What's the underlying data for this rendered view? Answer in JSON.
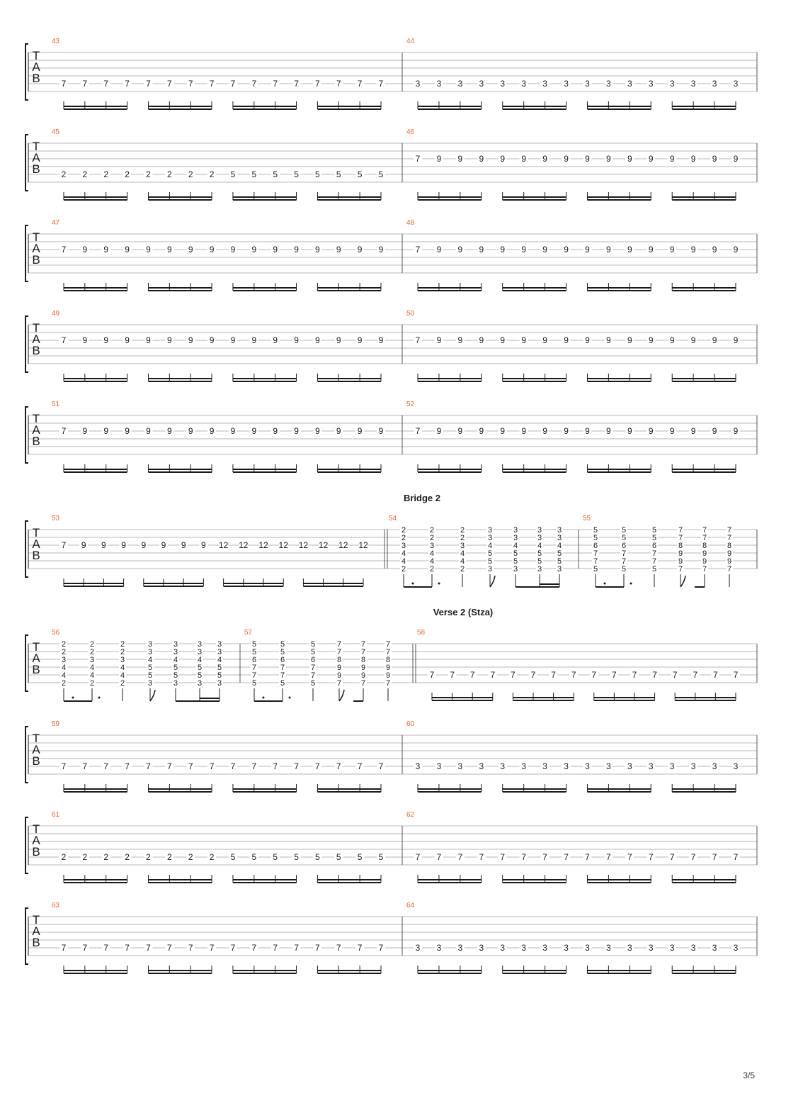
{
  "page": {
    "page_number": "3/5"
  },
  "colors": {
    "measure_number": "#e8662a",
    "staff_line": "#b7b7b7",
    "ink": "#1a1a1a",
    "barline": "#555555"
  },
  "tab_clef": [
    "T",
    "A",
    "B"
  ],
  "systems": [
    {
      "measures": [
        {
          "number": "43",
          "events": [
            {
              "string": 5,
              "frets": [
                "7",
                "7",
                "7",
                "7",
                "7",
                "7",
                "7",
                "7",
                "7",
                "7",
                "7",
                "7",
                "7",
                "7",
                "7",
                "7"
              ]
            }
          ]
        },
        {
          "number": "44",
          "events": [
            {
              "string": 5,
              "frets": [
                "3",
                "3",
                "3",
                "3",
                "3",
                "3",
                "3",
                "3",
                "3",
                "3",
                "3",
                "3",
                "3",
                "3",
                "3",
                "3"
              ]
            }
          ]
        }
      ]
    },
    {
      "measures": [
        {
          "number": "45",
          "events": [
            {
              "string": 5,
              "frets": [
                "2",
                "2",
                "2",
                "2",
                "2",
                "2",
                "2",
                "2",
                "5",
                "5",
                "5",
                "5",
                "5",
                "5",
                "5",
                "5"
              ]
            }
          ]
        },
        {
          "number": "46",
          "events": [
            {
              "string": 3,
              "frets": [
                "7",
                "9",
                "9",
                "9",
                "9",
                "9",
                "9",
                "9",
                "9",
                "9",
                "9",
                "9",
                "9",
                "9",
                "9",
                "9"
              ]
            }
          ]
        }
      ]
    },
    {
      "measures": [
        {
          "number": "47",
          "events": [
            {
              "string": 3,
              "frets": [
                "7",
                "9",
                "9",
                "9",
                "9",
                "9",
                "9",
                "9",
                "9",
                "9",
                "9",
                "9",
                "9",
                "9",
                "9",
                "9"
              ]
            }
          ]
        },
        {
          "number": "48",
          "events": [
            {
              "string": 3,
              "frets": [
                "7",
                "9",
                "9",
                "9",
                "9",
                "9",
                "9",
                "9",
                "9",
                "9",
                "9",
                "9",
                "9",
                "9",
                "9",
                "9"
              ]
            }
          ]
        }
      ]
    },
    {
      "measures": [
        {
          "number": "49",
          "events": [
            {
              "string": 3,
              "frets": [
                "7",
                "9",
                "9",
                "9",
                "9",
                "9",
                "9",
                "9",
                "9",
                "9",
                "9",
                "9",
                "9",
                "9",
                "9",
                "9"
              ]
            }
          ]
        },
        {
          "number": "50",
          "events": [
            {
              "string": 3,
              "frets": [
                "7",
                "9",
                "9",
                "9",
                "9",
                "9",
                "9",
                "9",
                "9",
                "9",
                "9",
                "9",
                "9",
                "9",
                "9",
                "9"
              ]
            }
          ]
        }
      ]
    },
    {
      "measures": [
        {
          "number": "51",
          "events": [
            {
              "string": 3,
              "frets": [
                "7",
                "9",
                "9",
                "9",
                "9",
                "9",
                "9",
                "9",
                "9",
                "9",
                "9",
                "9",
                "9",
                "9",
                "9",
                "9"
              ]
            }
          ]
        },
        {
          "number": "52",
          "events": [
            {
              "string": 3,
              "frets": [
                "7",
                "9",
                "9",
                "9",
                "9",
                "9",
                "9",
                "9",
                "9",
                "9",
                "9",
                "9",
                "9",
                "9",
                "9",
                "9"
              ]
            }
          ]
        }
      ]
    },
    {
      "section": "Bridge 2",
      "measures": [
        {
          "number": "53",
          "events": [
            {
              "string": 3,
              "frets": [
                "7",
                "9",
                "9",
                "9",
                "9",
                "9",
                "9",
                "9",
                "12",
                "12",
                "12",
                "12",
                "12",
                "12",
                "12",
                "12"
              ]
            }
          ]
        },
        {
          "number": "54",
          "chords": [
            [
              "2",
              "2",
              "3",
              "4",
              "4",
              "2"
            ],
            [
              "2",
              "2",
              "3",
              "4",
              "4",
              "2"
            ],
            [
              "2",
              "2",
              "3",
              "4",
              "4",
              "2"
            ],
            [
              "3",
              "3",
              "4",
              "5",
              "5",
              "3"
            ],
            [
              "3",
              "3",
              "4",
              "5",
              "5",
              "3"
            ],
            [
              "3",
              "3",
              "4",
              "5",
              "5",
              "3"
            ],
            [
              "3",
              "3",
              "4",
              "5",
              "5",
              "3"
            ]
          ]
        },
        {
          "number": "55",
          "chords": [
            [
              "5",
              "5",
              "6",
              "7",
              "7",
              "5"
            ],
            [
              "5",
              "5",
              "6",
              "7",
              "7",
              "5"
            ],
            [
              "5",
              "5",
              "6",
              "7",
              "7",
              "5"
            ],
            [
              "7",
              "7",
              "8",
              "9",
              "9",
              "7"
            ],
            [
              "7",
              "7",
              "8",
              "9",
              "9",
              "7"
            ],
            [
              "7",
              "7",
              "8",
              "9",
              "9",
              "7"
            ]
          ]
        }
      ]
    },
    {
      "section": "Verse 2 (Stza)",
      "measures": [
        {
          "number": "56",
          "chords": [
            [
              "2",
              "2",
              "3",
              "4",
              "4",
              "2"
            ],
            [
              "2",
              "2",
              "3",
              "4",
              "4",
              "2"
            ],
            [
              "2",
              "2",
              "3",
              "4",
              "4",
              "2"
            ],
            [
              "3",
              "3",
              "4",
              "5",
              "5",
              "3"
            ],
            [
              "3",
              "3",
              "4",
              "5",
              "5",
              "3"
            ],
            [
              "3",
              "3",
              "4",
              "5",
              "5",
              "3"
            ],
            [
              "3",
              "3",
              "4",
              "5",
              "5",
              "3"
            ]
          ]
        },
        {
          "number": "57",
          "chords": [
            [
              "5",
              "5",
              "6",
              "7",
              "7",
              "5"
            ],
            [
              "5",
              "5",
              "6",
              "7",
              "7",
              "5"
            ],
            [
              "5",
              "5",
              "6",
              "7",
              "7",
              "5"
            ],
            [
              "7",
              "7",
              "8",
              "9",
              "9",
              "7"
            ],
            [
              "7",
              "7",
              "8",
              "9",
              "9",
              "7"
            ],
            [
              "7",
              "7",
              "8",
              "9",
              "9",
              "7"
            ]
          ]
        },
        {
          "number": "58",
          "events": [
            {
              "string": 5,
              "frets": [
                "7",
                "7",
                "7",
                "7",
                "7",
                "7",
                "7",
                "7",
                "7",
                "7",
                "7",
                "7",
                "7",
                "7",
                "7",
                "7"
              ]
            }
          ]
        }
      ]
    },
    {
      "measures": [
        {
          "number": "59",
          "events": [
            {
              "string": 5,
              "frets": [
                "7",
                "7",
                "7",
                "7",
                "7",
                "7",
                "7",
                "7",
                "7",
                "7",
                "7",
                "7",
                "7",
                "7",
                "7",
                "7"
              ]
            }
          ]
        },
        {
          "number": "60",
          "events": [
            {
              "string": 5,
              "frets": [
                "3",
                "3",
                "3",
                "3",
                "3",
                "3",
                "3",
                "3",
                "3",
                "3",
                "3",
                "3",
                "3",
                "3",
                "3",
                "3"
              ]
            }
          ]
        }
      ]
    },
    {
      "measures": [
        {
          "number": "61",
          "events": [
            {
              "string": 5,
              "frets": [
                "2",
                "2",
                "2",
                "2",
                "2",
                "2",
                "2",
                "2",
                "5",
                "5",
                "5",
                "5",
                "5",
                "5",
                "5",
                "5"
              ]
            }
          ]
        },
        {
          "number": "62",
          "events": [
            {
              "string": 5,
              "frets": [
                "7",
                "7",
                "7",
                "7",
                "7",
                "7",
                "7",
                "7",
                "7",
                "7",
                "7",
                "7",
                "7",
                "7",
                "7",
                "7"
              ]
            }
          ]
        }
      ]
    },
    {
      "measures": [
        {
          "number": "63",
          "events": [
            {
              "string": 5,
              "frets": [
                "7",
                "7",
                "7",
                "7",
                "7",
                "7",
                "7",
                "7",
                "7",
                "7",
                "7",
                "7",
                "7",
                "7",
                "7",
                "7"
              ]
            }
          ]
        },
        {
          "number": "64",
          "events": [
            {
              "string": 5,
              "frets": [
                "3",
                "3",
                "3",
                "3",
                "3",
                "3",
                "3",
                "3",
                "3",
                "3",
                "3",
                "3",
                "3",
                "3",
                "3",
                "3"
              ]
            }
          ]
        }
      ]
    }
  ]
}
